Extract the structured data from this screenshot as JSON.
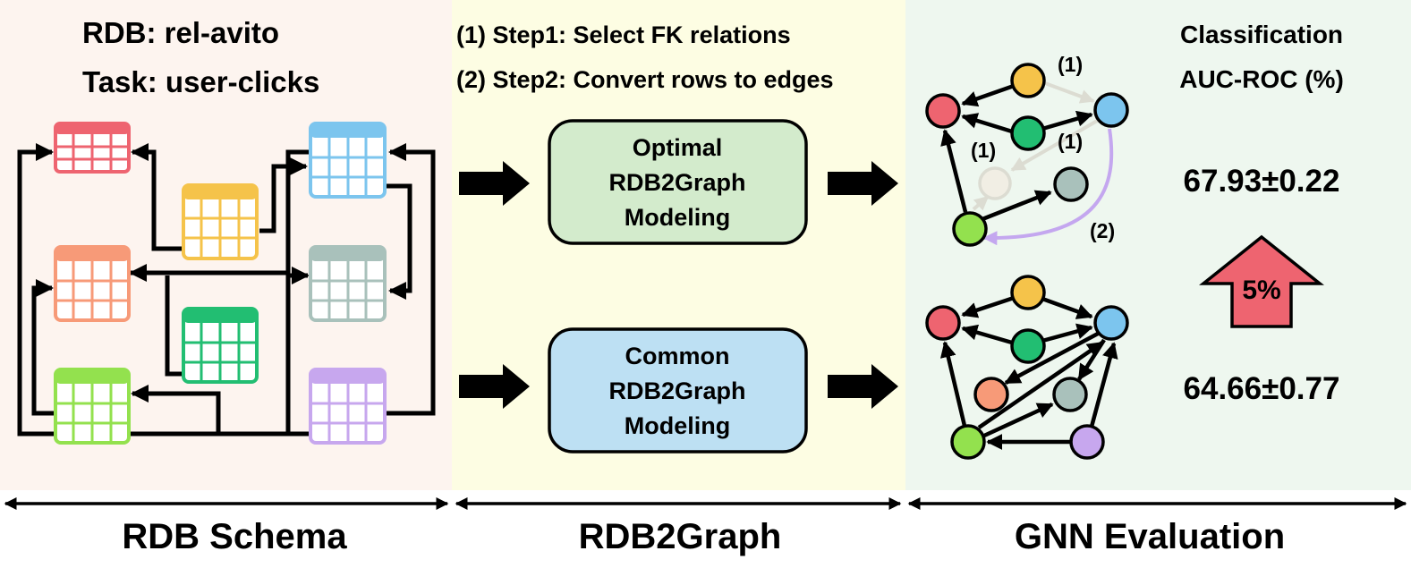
{
  "schema": {
    "rdb_line": "RDB: rel-avito",
    "task_line": "Task: user-clicks",
    "table_colors": {
      "red": "#ee6470",
      "yellow": "#f5c34a",
      "blue": "#7cc5ee",
      "orange": "#f79a78",
      "green": "#22be72",
      "gray": "#a9c1bb",
      "lime": "#93e14e",
      "purple": "#c7a7ee"
    }
  },
  "steps": {
    "step1": "(1) Step1: Select FK relations",
    "step2": "(2) Step2: Convert rows to edges"
  },
  "modeling": {
    "optimal": [
      "Optimal",
      "RDB2Graph",
      "Modeling"
    ],
    "common": [
      "Common",
      "RDB2Graph",
      "Modeling"
    ]
  },
  "evaluation": {
    "metric_line1": "Classification",
    "metric_line2": "AUC-ROC (%)",
    "optimal_score": "67.93±0.22",
    "common_score": "64.66±0.77",
    "improvement": "5%",
    "edge_labels": [
      "(1)",
      "(1)",
      "(1)",
      "(2)"
    ]
  },
  "footer": {
    "schema_label": "RDB Schema",
    "rdb2graph_label": "RDB2Graph",
    "gnn_label": "GNN Evaluation"
  },
  "colors": {
    "bg_schema": "#fdf4ef",
    "bg_rdb2graph": "#fdfde3",
    "bg_gnn": "#eef7ef",
    "optimal_box": "#d3ebcc",
    "common_box": "#bde0f3",
    "highlight_score": "#ff1a1a",
    "boost_arrow": "#ee6470",
    "faded_edge": "#dcdcd2",
    "step2_edge": "#c4a7ef"
  }
}
